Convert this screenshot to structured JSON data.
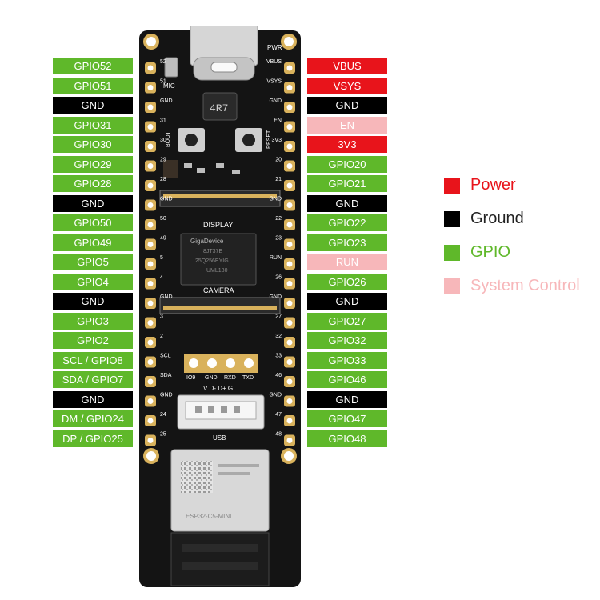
{
  "colors": {
    "power": "#e8141b",
    "ground": "#000000",
    "gpio": "#5fb82a",
    "system_control": "#f7b7ba",
    "board": "#141414"
  },
  "left_pins": [
    {
      "label": "GPIO52",
      "type": "gpio"
    },
    {
      "label": "GPIO51",
      "type": "gpio"
    },
    {
      "label": "GND",
      "type": "gnd"
    },
    {
      "label": "GPIO31",
      "type": "gpio"
    },
    {
      "label": "GPIO30",
      "type": "gpio"
    },
    {
      "label": "GPIO29",
      "type": "gpio"
    },
    {
      "label": "GPIO28",
      "type": "gpio"
    },
    {
      "label": "GND",
      "type": "gnd"
    },
    {
      "label": "GPIO50",
      "type": "gpio"
    },
    {
      "label": "GPIO49",
      "type": "gpio"
    },
    {
      "label": "GPIO5",
      "type": "gpio"
    },
    {
      "label": "GPIO4",
      "type": "gpio"
    },
    {
      "label": "GND",
      "type": "gnd"
    },
    {
      "label": "GPIO3",
      "type": "gpio"
    },
    {
      "label": "GPIO2",
      "type": "gpio"
    },
    {
      "label": "SCL / GPIO8",
      "type": "gpio"
    },
    {
      "label": "SDA / GPIO7",
      "type": "gpio"
    },
    {
      "label": "GND",
      "type": "gnd"
    },
    {
      "label": "DM / GPIO24",
      "type": "gpio"
    },
    {
      "label": "DP / GPIO25",
      "type": "gpio"
    }
  ],
  "right_pins": [
    {
      "label": "VBUS",
      "type": "power"
    },
    {
      "label": "VSYS",
      "type": "power"
    },
    {
      "label": "GND",
      "type": "gnd"
    },
    {
      "label": "EN",
      "type": "sys"
    },
    {
      "label": "3V3",
      "type": "power"
    },
    {
      "label": "GPIO20",
      "type": "gpio"
    },
    {
      "label": "GPIO21",
      "type": "gpio"
    },
    {
      "label": "GND",
      "type": "gnd"
    },
    {
      "label": "GPIO22",
      "type": "gpio"
    },
    {
      "label": "GPIO23",
      "type": "gpio"
    },
    {
      "label": "RUN",
      "type": "sys"
    },
    {
      "label": "GPIO26",
      "type": "gpio"
    },
    {
      "label": "GND",
      "type": "gnd"
    },
    {
      "label": "GPIO27",
      "type": "gpio"
    },
    {
      "label": "GPIO32",
      "type": "gpio"
    },
    {
      "label": "GPIO33",
      "type": "gpio"
    },
    {
      "label": "GPIO46",
      "type": "gpio"
    },
    {
      "label": "GND",
      "type": "gnd"
    },
    {
      "label": "GPIO47",
      "type": "gpio"
    },
    {
      "label": "GPIO48",
      "type": "gpio"
    }
  ],
  "legend": [
    {
      "label": "Power",
      "type": "power"
    },
    {
      "label": "Ground",
      "type": "ground"
    },
    {
      "label": "GPIO",
      "type": "gpio"
    },
    {
      "label": "System Control",
      "type": "system_control"
    }
  ],
  "board": {
    "left_silk": [
      "52",
      "51",
      "GND",
      "31",
      "30",
      "29",
      "28",
      "GND",
      "50",
      "49",
      "5",
      "4",
      "GND",
      "3",
      "2",
      "SCL",
      "SDA",
      "GND",
      "24",
      "25"
    ],
    "right_silk": [
      "VBUS",
      "VSYS",
      "GND",
      "EN",
      "3V3",
      "20",
      "21",
      "GND",
      "22",
      "23",
      "RUN",
      "26",
      "GND",
      "27",
      "32",
      "33",
      "46",
      "GND",
      "47",
      "48"
    ],
    "pwr_label": "PWR",
    "mic_label": "MIC",
    "inductor_label": "4R7",
    "boot_label": "BOOT",
    "reset_label": "RESET",
    "display_label": "DISPLAY",
    "camera_label": "CAMERA",
    "flash_chip_lines": [
      "GigaDevice",
      "8JT37E",
      "25Q256EYIG",
      "UML180"
    ],
    "header_labels": [
      "IO9",
      "GND",
      "RXD",
      "TXD"
    ],
    "usb_pin_labels": "V D- D+ G",
    "usb_label": "USB",
    "module_label": "ESP32-C5-MINI"
  }
}
